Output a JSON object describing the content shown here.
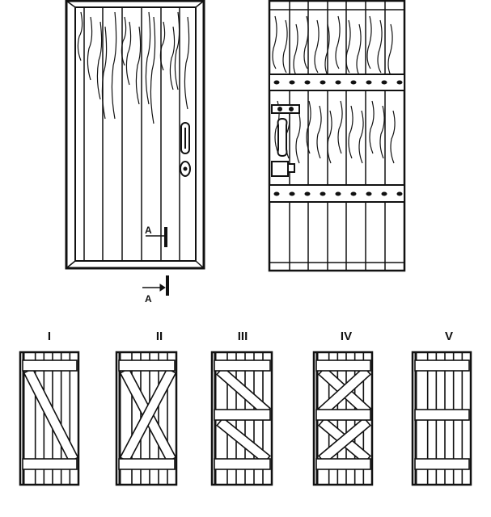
{
  "section_marker": {
    "top_label": "A",
    "bottom_label": "A"
  },
  "door_types": [
    {
      "label": "I",
      "bracing": "single-diagonal"
    },
    {
      "label": "II",
      "bracing": "cross"
    },
    {
      "label": "III",
      "bracing": "double-diagonal"
    },
    {
      "label": "IV",
      "bracing": "double-cross"
    },
    {
      "label": "V",
      "bracing": "three-battens"
    }
  ],
  "colors": {
    "line": "#111111",
    "background": "#ffffff"
  }
}
